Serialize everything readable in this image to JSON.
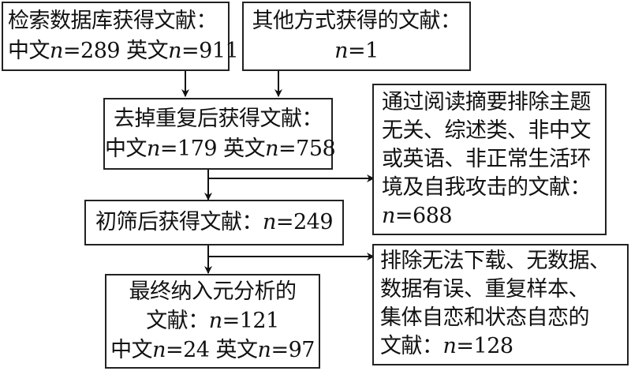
{
  "flowchart": {
    "database_search": {
      "line1": "检索数据库获得文献：",
      "zh_label": "中文",
      "zh_n": "289",
      "en_label": "英文",
      "en_n": "911"
    },
    "other_sources": {
      "line1": "其他方式获得的文献：",
      "n": "1"
    },
    "after_dedup": {
      "line1": "去掉重复后获得文献：",
      "zh_label": "中文",
      "zh_n": "179",
      "en_label": "英文",
      "en_n": "758"
    },
    "initial_screen": {
      "line1": "初筛后获得文献：",
      "n": "249"
    },
    "final_included": {
      "line1": "最终纳入元分析的",
      "line2": "文献：",
      "n": "121",
      "zh_label": "中文",
      "zh_n": "24",
      "en_label": "英文",
      "en_n": "97"
    },
    "exclusion_abstract": {
      "lines": [
        "通过阅读摘要排除主题",
        "无关、综述类、非中文",
        "或英语、非正常生活环",
        "境及自我攻击的文献："
      ],
      "n": "688"
    },
    "exclusion_fulltext": {
      "lines": [
        "排除无法下载、无数据、",
        "数据有误、重复样本、",
        "集体自恋和状态自恋的",
        "文献："
      ],
      "n": "128"
    },
    "n_symbol": "n",
    "eq": "="
  }
}
